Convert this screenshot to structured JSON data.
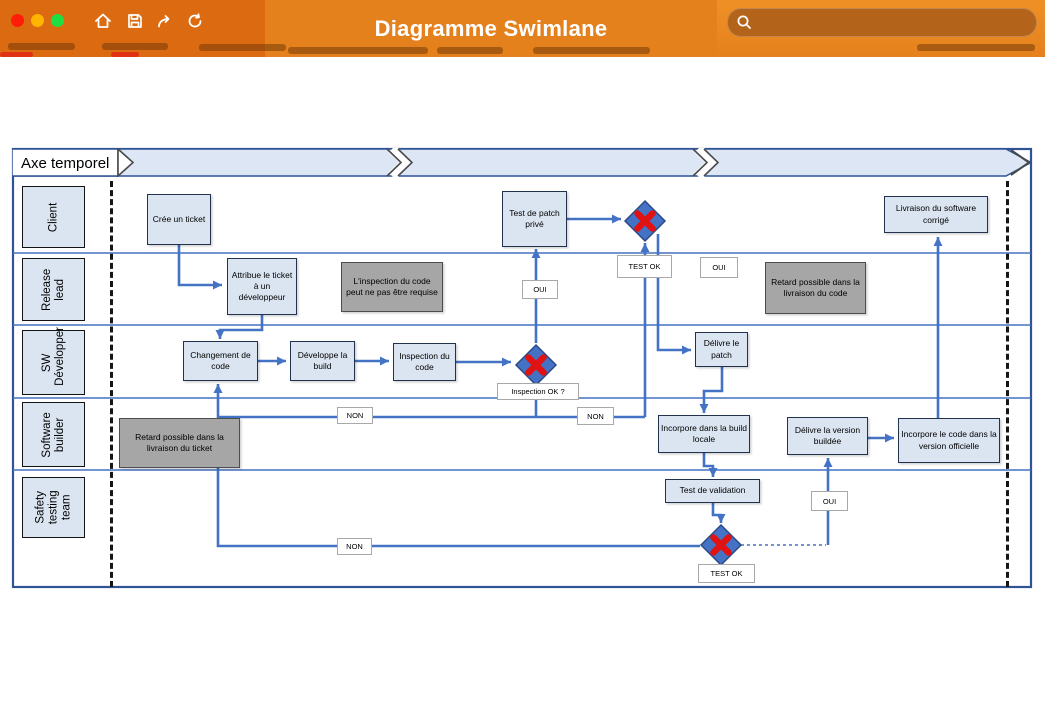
{
  "chrome": {
    "title": "Diagramme Swimlane",
    "traffic_lights": [
      "#ff1d0a",
      "#ffb400",
      "#1ede44"
    ],
    "toolbar_icons": [
      "home-icon",
      "save-icon",
      "share-icon",
      "refresh-icon"
    ],
    "search": {
      "value": "",
      "placeholder": ""
    },
    "colors": {
      "base": "#db6a10",
      "title_band": "#e5811c",
      "search_pill": "#b3641a"
    }
  },
  "diagram": {
    "timeline_label": "Axe temporel",
    "lanes": [
      {
        "label": "Client"
      },
      {
        "label": "Release lead"
      },
      {
        "label": "SW Développer"
      },
      {
        "label": "Software builder"
      },
      {
        "label": "Safety testing team"
      }
    ],
    "nodes": {
      "cree_ticket": "Crée un ticket",
      "test_patch_prive": "Test de patch privé",
      "livraison_software": "Livraison du software corrigé",
      "attribue_ticket": "Attribue le ticket à un développeur",
      "inspection_requise": "L'inspection du code peut ne pas être requise",
      "retard_code": "Retard possible dans la livraison du code",
      "changement_code": "Changement de code",
      "developpe_build": "Développe la build",
      "inspection_code": "Inspection du code",
      "delivre_patch": "Délivre le patch",
      "retard_ticket": "Retard possible dans la livraison du ticket",
      "incorpore_build": "Incorpore dans la build locale",
      "delivre_version": "Délivre la version buildée",
      "incorpore_code": "Incorpore le code dans la version officielle",
      "test_validation": "Test de validation"
    },
    "flags": {
      "oui": "OUI",
      "non": "NON",
      "test_ok": "TEST OK",
      "inspection_ok": "Inspection OK ?"
    },
    "colors": {
      "connector": "#4472c4",
      "node_fill": "#dbe5f1",
      "note_fill": "#a6a6a6",
      "band_fill": "#dce6f5",
      "frame": "#2f5496",
      "cross": "#e01212"
    }
  }
}
